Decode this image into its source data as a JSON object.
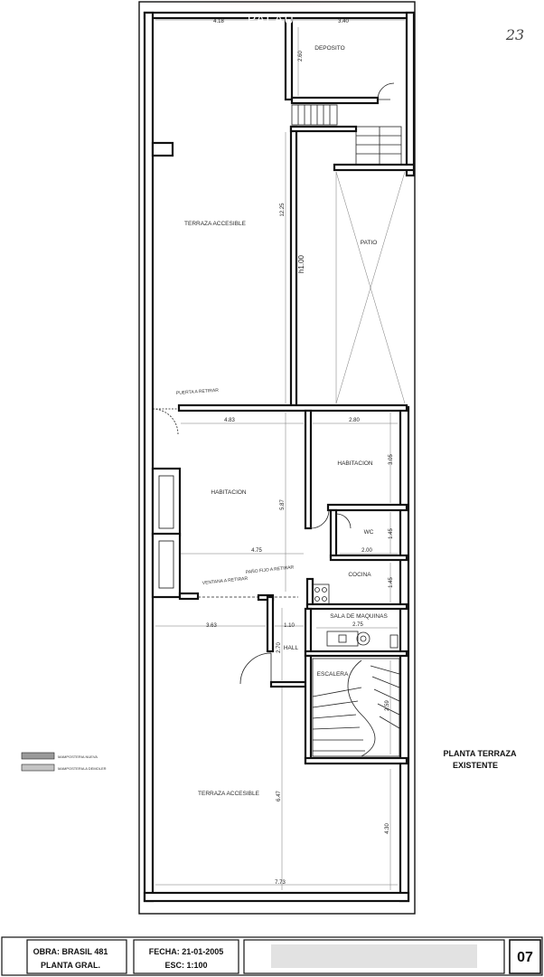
{
  "watermark": {
    "brand": "PALAU",
    "handwritten_number": "23"
  },
  "rooms": {
    "deposito": "DEPOSITO",
    "terraza_accesible_top": "TERRAZA ACCESIBLE",
    "patio": "PATIO",
    "habitacion_right": "HABITACION",
    "habitacion_left": "HABITACION",
    "wc": "WC",
    "cocina": "COCINA",
    "sala_de_maquinas": "SALA DE MAQUINAS",
    "hall": "HALL",
    "escalera": "ESCALERA",
    "terraza_accesible_bottom": "TERRAZA ACCESIBLE"
  },
  "notes": {
    "puerta_retirar": "PUERTA A RETIRAR",
    "ventana_retirar": "VENTANA A RETIRAR",
    "paneo_fijo_retirar": "PAÑO FIJO A RETIRAR"
  },
  "dimensions": {
    "top_left_width": "4.18",
    "top_right_width": "3.40",
    "deposito_height": "2.60",
    "patio_wall_length": "12.25",
    "patio_wall_label": "h1.00",
    "hab_left_width": "4.83",
    "hab_right_width": "2.80",
    "hab_right_height": "3.05",
    "hab_left_height": "5.87",
    "wc_height": "1.45",
    "wc_width": "2.00",
    "hab_left_inner_width": "4.75",
    "cocina_height": "1.45",
    "sala_width": "2.75",
    "hall_left_width": "3.63",
    "hall_width": "1.10",
    "hall_height": "2.70",
    "escalera_height": "2.59",
    "terraza_bottom_height": "6.47",
    "terraza_bottom_side": "4.30",
    "terraza_bottom_width": "7.73"
  },
  "legend": {
    "item1": "MAMPOSTERIA NUEVA",
    "item2": "MAMPOSTERIA A DEMOLER",
    "fill1": "#9a9a9a",
    "fill2": "#c4c4c4"
  },
  "plan_title": {
    "line1": "PLANTA TERRAZA",
    "line2": "EXISTENTE"
  },
  "title_block": {
    "obra": "OBRA: BRASIL 481",
    "plano": "PLANTA GRAL.",
    "fecha": "FECHA: 21-01-2005",
    "escala": "ESC: 1:100",
    "sheet": "07"
  },
  "colors": {
    "watermark_glow": "#e8623c",
    "wall": "#111111"
  }
}
